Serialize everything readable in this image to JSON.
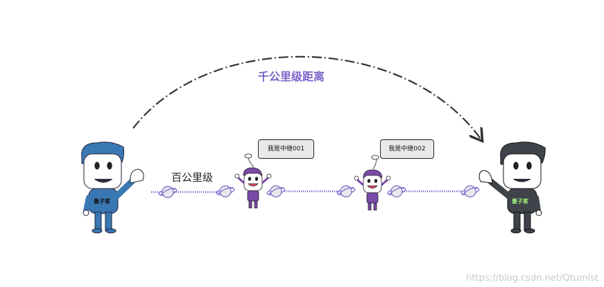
{
  "long_distance_label": "千公里级距离",
  "short_distance_label": "百公里级",
  "relay_1_text": "我是中继001",
  "relay_2_text": "我是中继002",
  "left_person_text": "量子客",
  "right_person_text": "量子客",
  "watermark": "https://blog.csdn.net/Qtumist",
  "colors": {
    "left_person": "#3a78b4",
    "right_person": "#3f434a",
    "relay": "#7a4aa8",
    "arc": "#333333",
    "link": "#6c5dd3",
    "long_label": "#7a64c8"
  }
}
